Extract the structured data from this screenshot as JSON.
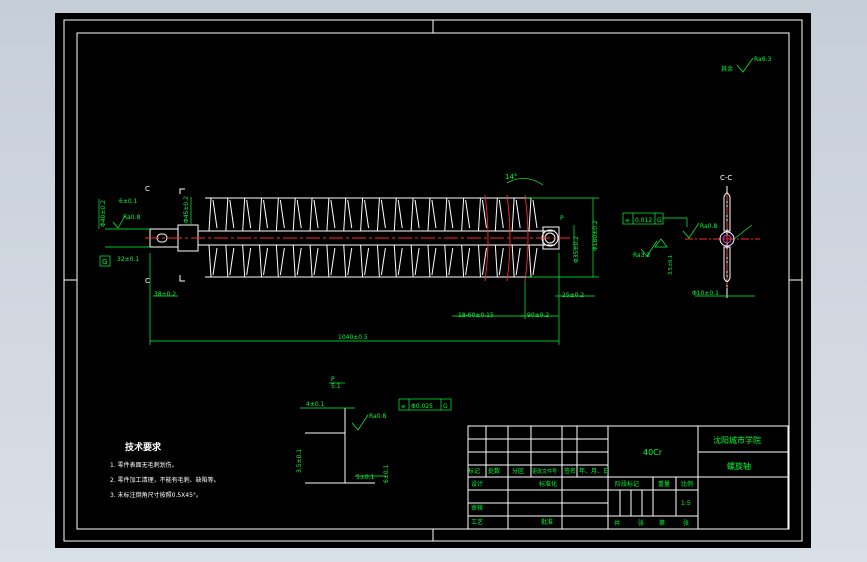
{
  "drawing": {
    "material": "40Cr",
    "school": "沈阳城市学院",
    "part_name": "螺旋轴",
    "tech_req_title": "技术要求",
    "tech_req_items": [
      "1. 零件表面无毛刺划伤。",
      "2. 零件加工清理，不能有毛刺、缺陷等。",
      "3. 未标注倒角尺寸按照0.5X45°。"
    ],
    "title_block_headers": [
      "标记",
      "处数",
      "分区",
      "更改文件号",
      "签名",
      "年、月、日"
    ],
    "title_block_labels": {
      "design": "设计",
      "standardize": "标准化",
      "review": "审核",
      "process": "工艺",
      "approve": "批准",
      "stage_mark": "阶段标记",
      "weight": "重量",
      "scale_label": "比例",
      "scale_value": "1:5",
      "total": "共",
      "sheet_label": "张",
      "page": "第",
      "page_label": "张"
    }
  },
  "dimensions": {
    "overall_length": "1040±0.5",
    "spiral_start": "18-60±0.15",
    "right_seg_1": "90±0.2",
    "right_seg_2": "25±0.2",
    "left_step": "38±0.2",
    "left_dia": "Φ40±0.2",
    "shaft_dia": "Φ45±0.2",
    "flight_dia": "Φ180±0.2",
    "right_dia": "Φ35±0.2",
    "keyway_len": "32±0.1",
    "key_width": "6±0.1",
    "flight_angle": "14°",
    "roughness_main": "Ra6.3",
    "roughness_other": "其余",
    "roughness_key": "Ra0.8",
    "roughness_section_1": "Ra3.2",
    "roughness_section_2": "Ra0.8",
    "roughness_sym": "Ra6.3",
    "section_label_c_top": "C",
    "section_label_c_bottom": "C",
    "section_view": "C-C",
    "section_dia": "Φ10±0.1",
    "detail_label": "P",
    "detail_scale": "5:1",
    "symmetry_tol": "0.012",
    "symmetry_ref": "G",
    "symmetry_tol_2": "Φ0.025",
    "symmetry_ref_2": "G",
    "datum": "G",
    "key_tol": "5±0.1",
    "key_depth": "3.5±0.1",
    "key_h": "4±0.1"
  }
}
